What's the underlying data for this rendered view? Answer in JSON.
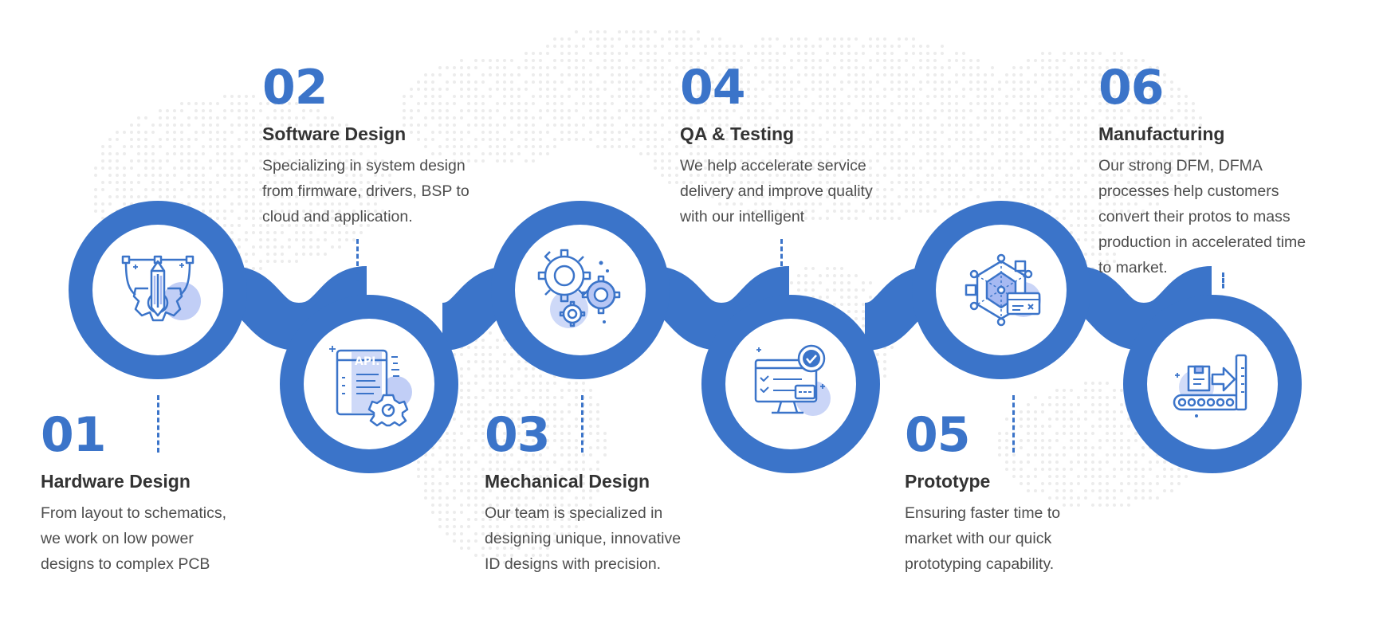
{
  "theme": {
    "accent": "#3b74c9",
    "icon_tint": "#a6b9f2",
    "title_color": "#333333",
    "text_color": "#4d4d4d",
    "map_dots": "#ececec"
  },
  "steps": [
    {
      "number": "01",
      "title": "Hardware Design",
      "lines": [
        "From layout to schematics,",
        "we work on low power",
        "designs to complex PCB"
      ],
      "icon": "pencil-gear-icon"
    },
    {
      "number": "02",
      "title": "Software Design",
      "lines": [
        "Specializing in system design",
        "from firmware, drivers, BSP to",
        "cloud and application."
      ],
      "icon": "api-gear-icon"
    },
    {
      "number": "03",
      "title": "Mechanical Design",
      "lines": [
        "Our team is specialized in",
        "designing unique, innovative",
        "ID designs with precision."
      ],
      "icon": "gears-icon"
    },
    {
      "number": "04",
      "title": "QA & Testing",
      "lines": [
        "We help accelerate service",
        "delivery and improve quality",
        "with our intelligent"
      ],
      "icon": "monitor-check-icon"
    },
    {
      "number": "05",
      "title": "Prototype",
      "lines": [
        "Ensuring faster time to",
        "market with our quick",
        "prototyping capability."
      ],
      "icon": "cube-network-icon"
    },
    {
      "number": "06",
      "title": "Manufacturing",
      "lines": [
        "Our strong DFM, DFMA",
        "processes help customers",
        "convert their protos to mass",
        "production in accelerated time",
        "to market."
      ],
      "icon": "conveyor-belt-icon"
    }
  ],
  "icon_labels": {
    "api": "API."
  }
}
